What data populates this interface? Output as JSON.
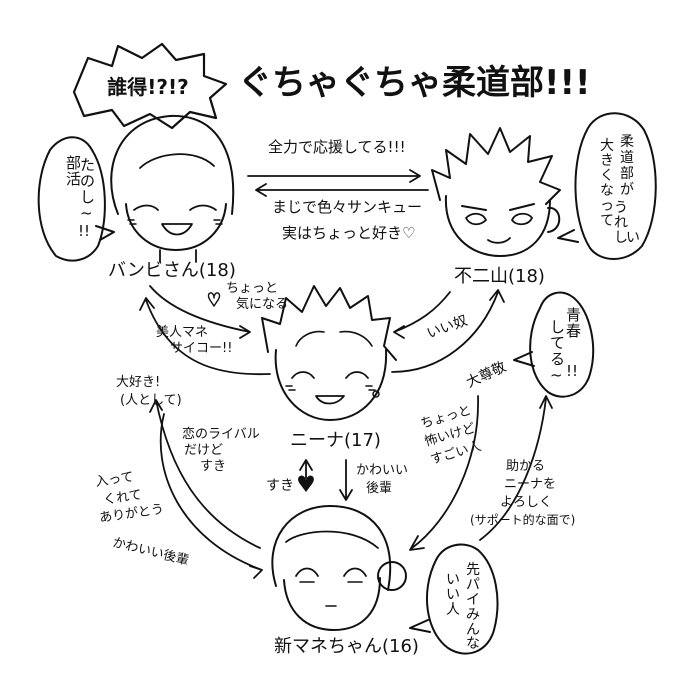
{
  "title": {
    "badge": "誰得!?!?",
    "main": "ぐちゃぐちゃ柔道部!!!"
  },
  "characters": {
    "bambi": {
      "name": "バンビさん(18)",
      "bubble": [
        "部",
        "活",
        "た",
        "の",
        "し",
        "~",
        "!!"
      ]
    },
    "funiyama": {
      "name": "不二山(18)",
      "bubble_col1": [
        "柔",
        "道",
        "部",
        "が"
      ],
      "bubble_col2": [
        "大",
        "き",
        "く",
        "な",
        "っ",
        "て",
        "う",
        "れ",
        "し",
        "い"
      ]
    },
    "nina": {
      "name": "ニーナ(17)",
      "bubble": [
        "青",
        "春",
        "し",
        "て",
        "る",
        "~",
        "!!"
      ]
    },
    "new_manager": {
      "name": "新マネちゃん(16)",
      "bubble_col1": [
        "先",
        "パ",
        "イ",
        "み",
        "ん",
        "な"
      ],
      "bubble_col2": [
        "い",
        "い",
        "人"
      ]
    }
  },
  "relations": {
    "bambi_to_funiyama": "全力で応援してる!!!",
    "funiyama_to_bambi_1": "まじで色々サンキュー",
    "funiyama_to_bambi_2": "実はちょっと好き♡",
    "nina_to_bambi_1": "ちょっと",
    "nina_to_bambi_2": "気になる",
    "bambi_to_nina_1": "美人マネ",
    "bambi_to_nina_2": "サイコー!!",
    "funiyama_to_nina": "いい奴",
    "nina_to_funiyama": "大尊敬",
    "nina_to_new_1": "恋のライバル",
    "nina_to_new_2": "だけど",
    "nina_to_new_3": "すき",
    "daisuki_1": "大好き!",
    "daisuki_2": "(人として)",
    "new_to_bambi_1": "入って",
    "new_to_bambi_2": "くれて",
    "new_to_bambi_3": "ありがとう",
    "new_to_bambi_4": "かわいい後輩",
    "suki": "すき",
    "kawaii_1": "かわいい",
    "kawaii_2": "後輩",
    "new_to_funiyama_1": "ちょっと",
    "new_to_funiyama_2": "怖いけど",
    "new_to_funiyama_3": "すごい人",
    "funiyama_to_new_1": "助かる",
    "funiyama_to_new_2": "ニーナを",
    "funiyama_to_new_3": "よろしく",
    "funiyama_to_new_4": "(サポート的な面で)"
  }
}
